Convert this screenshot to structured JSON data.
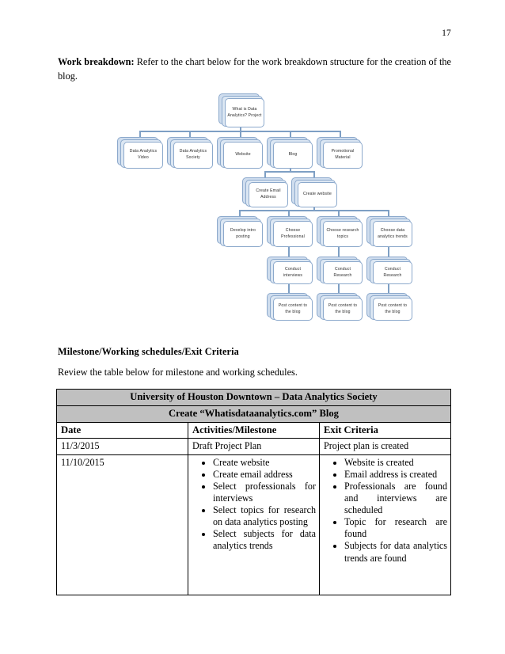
{
  "page": {
    "number": "17"
  },
  "intro": {
    "label": "Work breakdown:",
    "text": " Refer to the chart below for the work breakdown structure for the creation of the blog."
  },
  "milestone_section": {
    "heading": "Milestone/Working schedules/Exit Criteria",
    "intro": "Review the table below for milestone and working schedules."
  },
  "diagram": {
    "title": "Work breakdown structure",
    "nodes": {
      "root": "What is Data Analytics? Project",
      "tier2": [
        "Data Analytics Video",
        "Data Analytics Society",
        "Website",
        "Blog",
        "Promotional Material"
      ],
      "tier3": [
        "Create Email Address",
        "Create website"
      ],
      "tier4": [
        "Develop intro posting",
        "Choose Professional",
        "Choose research topics",
        "Choose data analytics trends"
      ],
      "tier5": [
        "Conduct interviews",
        "Conduct Research",
        "Conduct Research"
      ],
      "tier6": [
        "Post content to the blog",
        "Post content to the blog",
        "Post content to the blog"
      ]
    }
  },
  "table": {
    "title_line_1": "University of Houston Downtown  – Data Analytics Society",
    "title_line_2": "Create “Whatisdataanalytics.com”  Blog",
    "columns": [
      "Date",
      "Activities/Milestone",
      "Exit Criteria"
    ],
    "rows": [
      {
        "date": "11/3/2015",
        "activities_text": "Draft Project Plan",
        "activities_bullets": [],
        "exit_text": "Project plan is created",
        "exit_bullets": []
      },
      {
        "date": "11/10/2015",
        "activities_text": "",
        "activities_bullets": [
          "Create website",
          "Create email address",
          "Select professionals for interviews",
          "Select topics for research on data analytics posting",
          "Select subjects for data analytics trends"
        ],
        "exit_text": "",
        "exit_bullets": [
          "Website is created",
          "Email address is created",
          "Professionals are found and interviews are scheduled",
          "Topic for research are found",
          "Subjects for data analytics trends are found"
        ]
      }
    ]
  },
  "colors": {
    "node_border": "#8ca9cc",
    "node_shadow": "#cfddee",
    "connector": "#7e9fc4",
    "table_header_fill": "#c0c0c0"
  }
}
